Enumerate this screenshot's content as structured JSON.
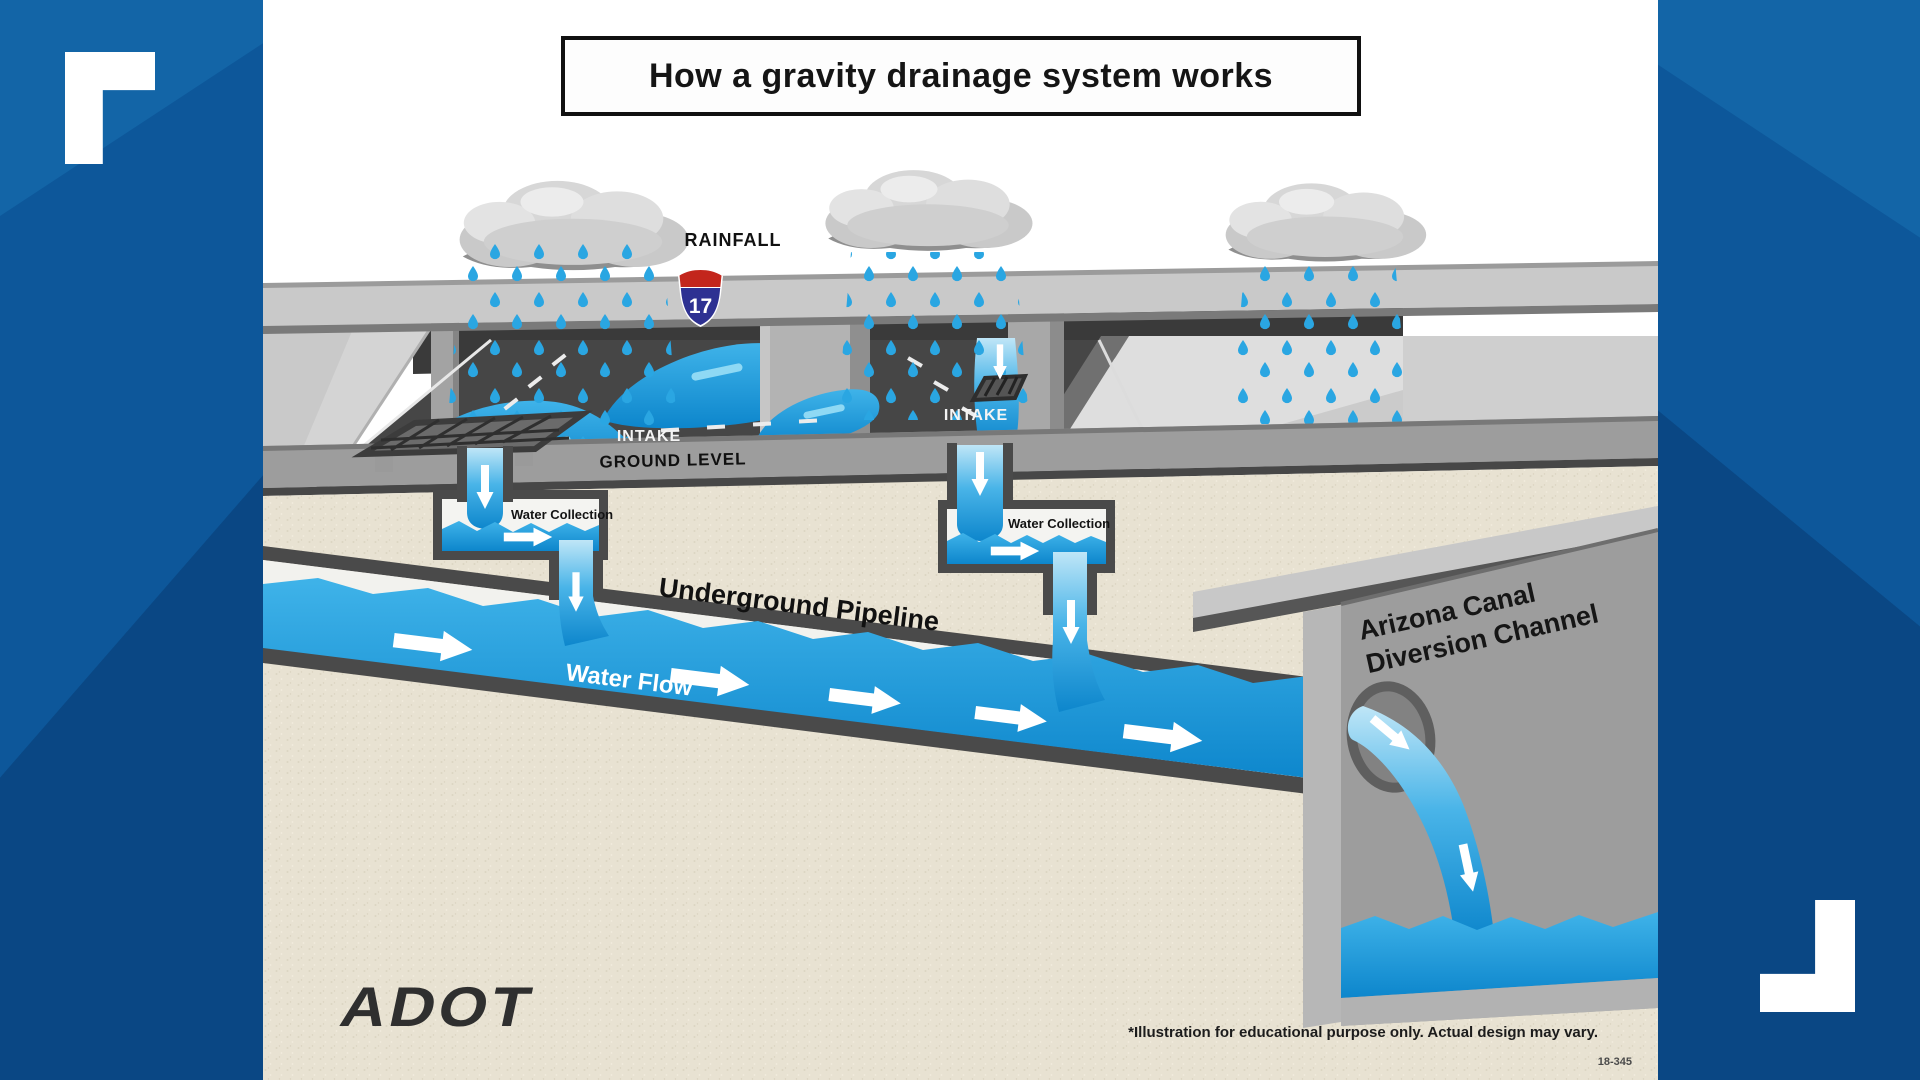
{
  "frame": {
    "background_color": "#1164a8",
    "corner_bracket_color": "#ffffff"
  },
  "title": {
    "text": "How a gravity drainage system works"
  },
  "diagram": {
    "rainfall_label": "RAINFALL",
    "interstate_shield": "17",
    "intake_label_left": "INTAKE",
    "intake_label_right": "INTAKE",
    "ground_level_label": "GROUND LEVEL",
    "water_collection_label_left": "Water Collection",
    "water_collection_label_right": "Water Collection",
    "underground_pipeline_label": "Underground Pipeline",
    "water_flow_label": "Water Flow",
    "channel_label_line1": "Arizona Canal",
    "channel_label_line2": "Diversion Channel",
    "water_color": "#28a4e0",
    "ground_color": "#e8e2d2",
    "asphalt_color": "#464646"
  },
  "footer": {
    "logo_text": "ADOT",
    "disclaimer": "*Illustration for educational purpose only. Actual design may vary.",
    "document_number": "18-345"
  }
}
